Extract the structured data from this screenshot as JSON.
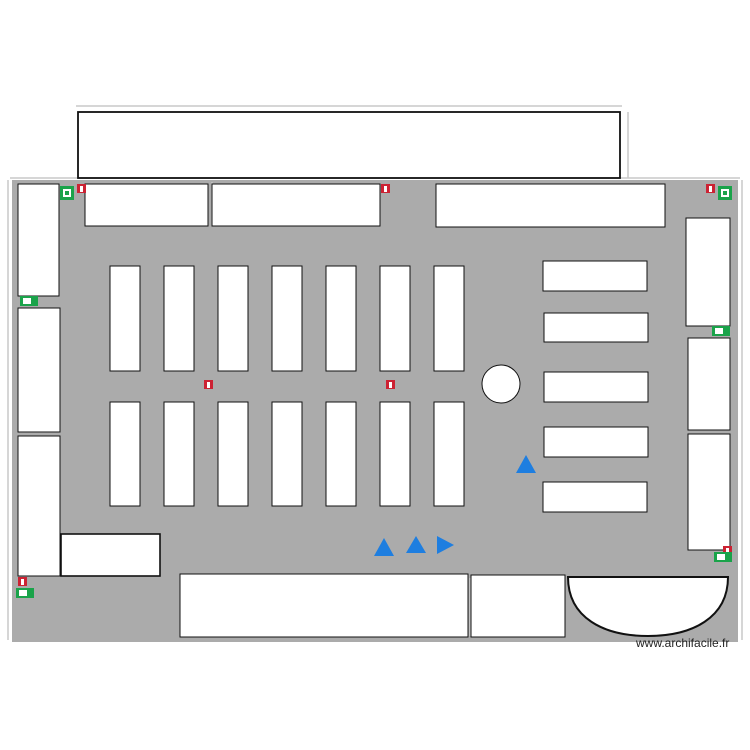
{
  "app": {
    "watermark": "www.archifacile.fr"
  },
  "colors": {
    "floor": "#ababab",
    "room": "#ffffff",
    "wall": "#111111",
    "dimension_line": "#c8c8c8",
    "exit_sign": "#1aa34a",
    "extinguisher": "#cc2233",
    "marker": "#1e7ee0"
  },
  "plan": {
    "symbols": {
      "emergency_exits": 6,
      "fire_extinguishers": 7,
      "blue_markers": 4
    }
  }
}
